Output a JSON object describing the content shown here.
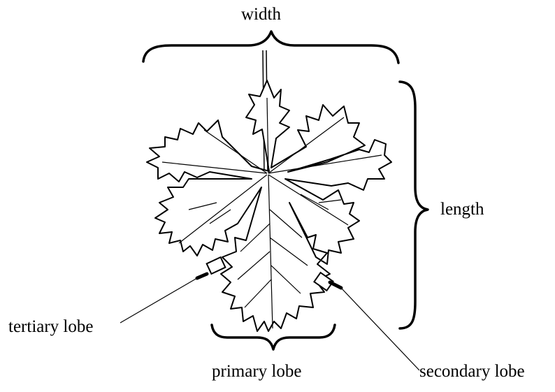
{
  "labels": {
    "width": "width",
    "length": "length",
    "tertiary_lobe": "tertiary lobe",
    "primary_lobe": "primary lobe",
    "secondary_lobe": "secondary lobe"
  },
  "colors": {
    "stroke": "#000000",
    "leaf_fill": "#ffffff"
  }
}
